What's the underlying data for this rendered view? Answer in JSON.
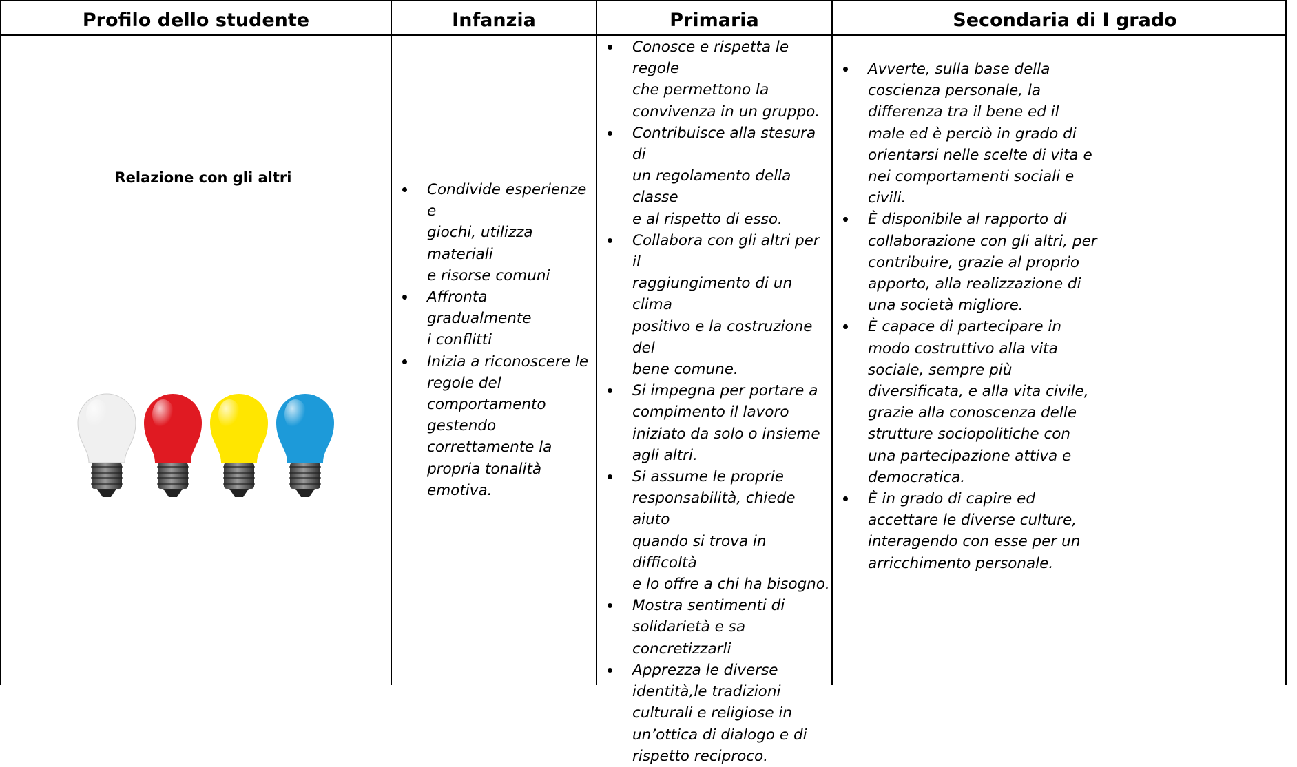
{
  "table": {
    "headers": {
      "profile": "Profilo dello studente",
      "infanzia": "Infanzia",
      "primaria": "Primaria",
      "secondaria": "Secondaria di I grado"
    },
    "row_label": "Relazione con gli altri",
    "infanzia_lines": [
      [
        "Condivide esperienze e",
        "giochi, utilizza materiali",
        "e risorse comuni"
      ],
      [
        "Affronta gradualmente",
        "i conflitti"
      ],
      [
        "Inizia a riconoscere le",
        "regole del",
        "comportamento",
        "gestendo",
        "correttamente la",
        "propria tonalità",
        "emotiva."
      ]
    ],
    "primaria_lines": [
      [
        "Conosce e rispetta le regole",
        "che permettono la",
        "convivenza in un gruppo."
      ],
      [
        " Contribuisce alla stesura di",
        "un regolamento della classe",
        "e al rispetto di esso."
      ],
      [
        "Collabora con gli altri per il",
        "raggiungimento di un clima",
        "positivo e la costruzione del",
        "bene comune."
      ],
      [
        "Si impegna per portare a",
        "compimento il lavoro",
        "iniziato da solo o insieme",
        "agli altri."
      ],
      [
        " Si assume le proprie",
        "responsabilità, chiede aiuto",
        "quando si trova in difficoltà",
        "e lo offre a chi ha bisogno."
      ],
      [
        "Mostra sentimenti di",
        "solidarietà  e sa",
        "concretizzarli"
      ],
      [
        "Apprezza le diverse",
        "identità,le tradizioni",
        "culturali e religiose  in",
        "un’ottica di dialogo e di",
        "rispetto reciproco."
      ]
    ],
    "secondaria_lines": [
      [
        "Avverte, sulla base della",
        "coscienza personale, la",
        "differenza tra il bene ed il",
        "male ed  è perciò in grado di",
        "orientarsi nelle scelte di vita e",
        "nei comportamenti sociali e",
        "civili."
      ],
      [
        " È disponibile al rapporto di",
        "collaborazione con gli altri, per",
        "contribuire, grazie al proprio",
        "apporto, alla realizzazione di",
        "una società migliore."
      ],
      [
        " È capace di partecipare in",
        "modo costruttivo alla vita",
        "sociale, sempre più",
        "diversificata, e alla vita civile,",
        "grazie alla conoscenza delle",
        "strutture sociopolitiche con",
        "una partecipazione attiva e",
        "democratica."
      ],
      [
        "È in grado di capire ed",
        "accettare le diverse  culture,",
        "interagendo con esse per un",
        "arricchimento personale."
      ]
    ]
  },
  "illustration": {
    "bulb_colors": [
      "#f0f0f0",
      "#e01a22",
      "#ffe600",
      "#1d9ad9"
    ]
  }
}
